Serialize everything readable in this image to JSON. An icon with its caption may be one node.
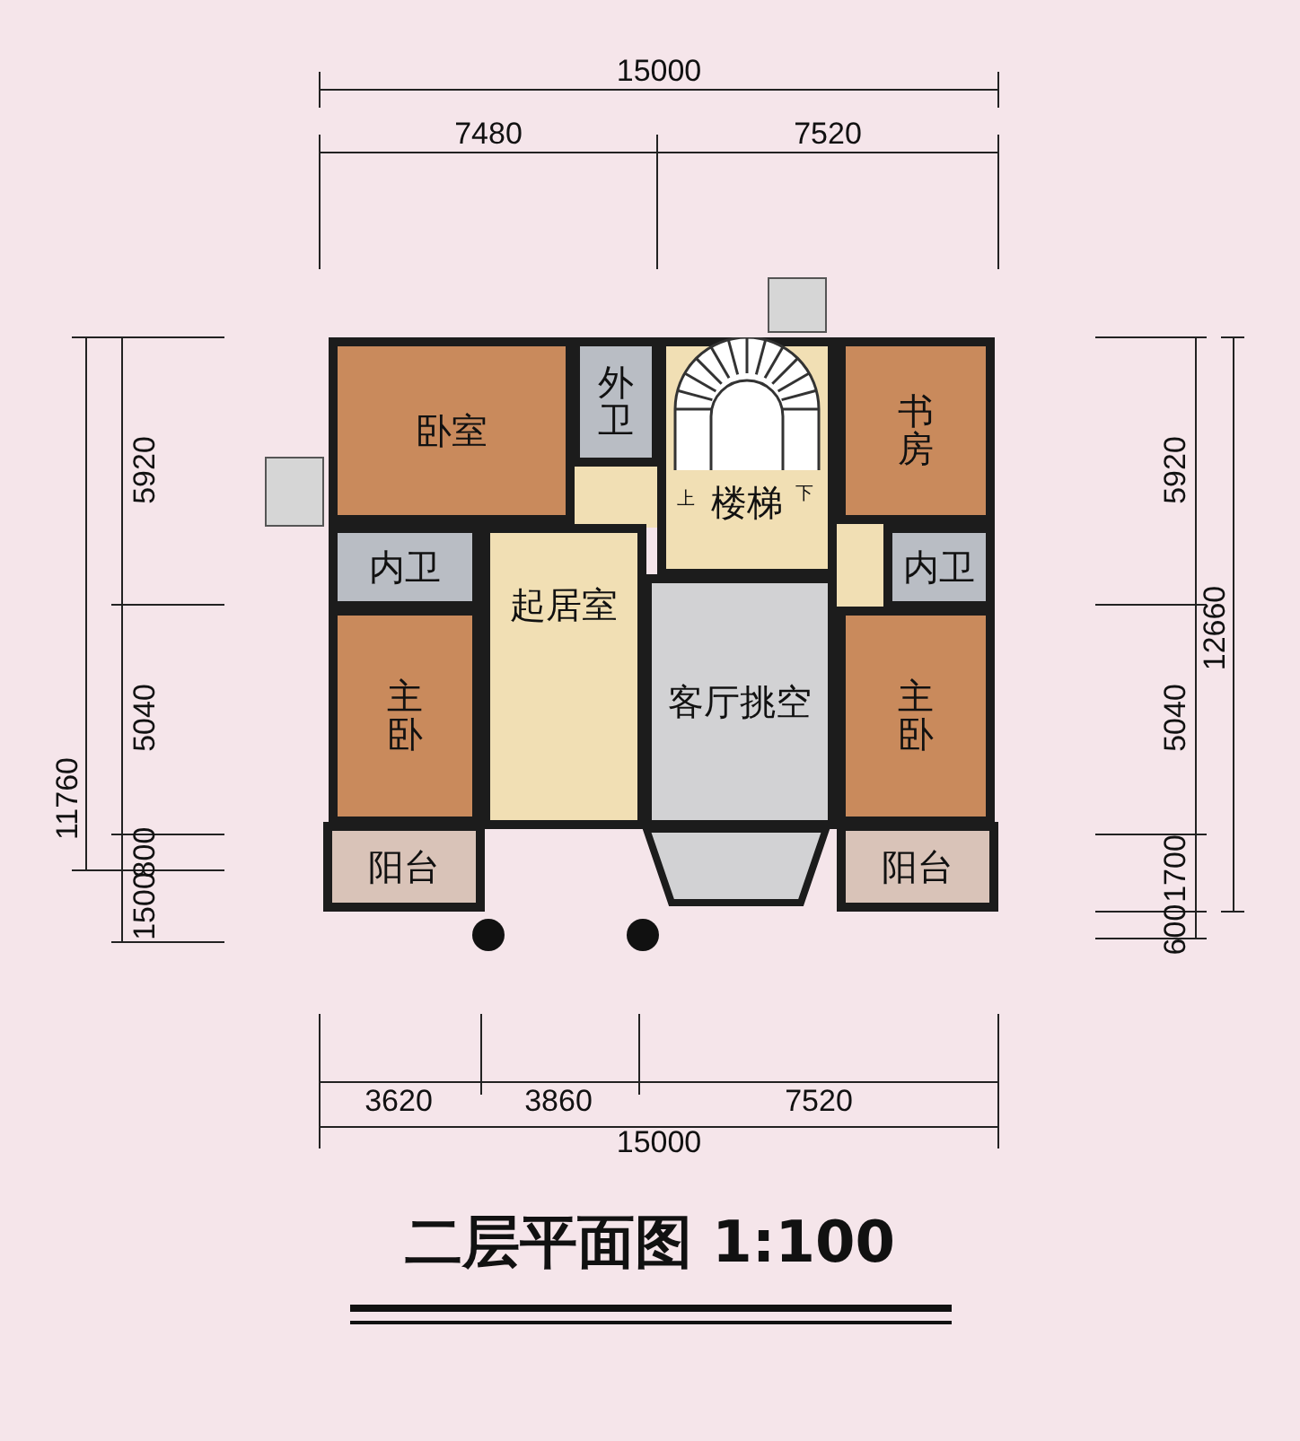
{
  "diagram": {
    "title": "二层平面图 1:100",
    "nodes": [
      {
        "text": [
          "卧室"
        ]
      },
      {
        "text": [
          "外卫"
        ]
      },
      {
        "text": [
          "楼梯"
        ]
      },
      {
        "text": [
          "书房"
        ]
      },
      {
        "text": [
          "内卫"
        ]
      },
      {
        "text": [
          "起居室"
        ]
      },
      {
        "text": [
          "主卧"
        ]
      },
      {
        "text": [
          "客厅挑空"
        ]
      },
      {
        "text": [
          "内卫"
        ]
      },
      {
        "text": [
          "主卧"
        ]
      },
      {
        "text": [
          "阳台"
        ]
      },
      {
        "text": [
          "阳台"
        ]
      }
    ],
    "labels": [
      "15000",
      "7480",
      "7520",
      "5920",
      "11760",
      "5040",
      "800",
      "1500",
      "5920",
      "12660",
      "5040",
      "1700",
      "600",
      "上",
      "下",
      "3620",
      "3860",
      "7520",
      "15000"
    ]
  }
}
